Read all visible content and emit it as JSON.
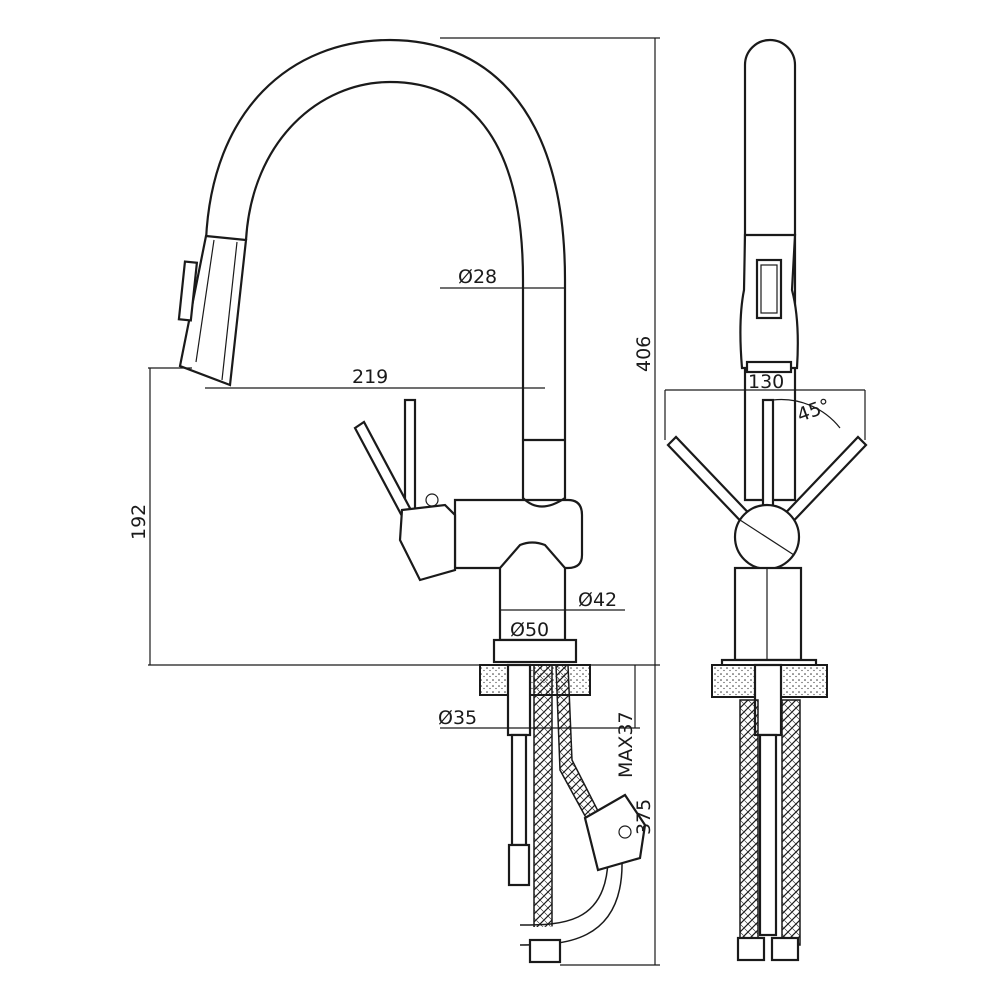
{
  "title": "Pull-down kitchen faucet technical drawing",
  "dimensions": {
    "spout_diameter": "Ø28",
    "reach": "219",
    "total_height": "406",
    "spout_height": "192",
    "body_diameter": "Ø42",
    "base_diameter": "Ø50",
    "shank_diameter": "Ø35",
    "max_counter_thickness": "MAX37",
    "hose_length": "375",
    "handle_span": "130",
    "handle_angle": "45°"
  }
}
